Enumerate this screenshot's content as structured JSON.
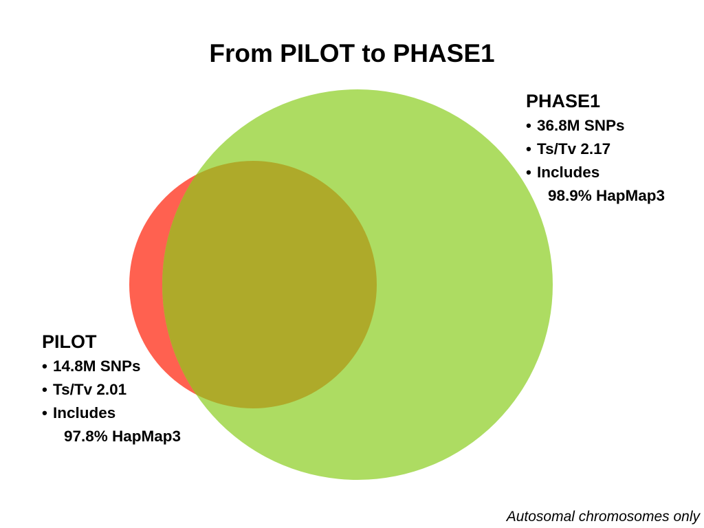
{
  "title": "From PILOT to PHASE1",
  "sets": {
    "phase1": {
      "name": "PHASE1",
      "color": "#ADDC62",
      "bullets": [
        "36.8M SNPs",
        "Ts/Tv 2.17",
        "Includes"
      ],
      "continuation": "98.9% HapMap3"
    },
    "pilot": {
      "name": "PILOT",
      "color": "#FF6150",
      "bullets": [
        "14.8M SNPs",
        "Ts/Tv 2.01",
        "Includes"
      ],
      "continuation": "97.8% HapMap3"
    },
    "overlap_color": "#AEAA2A"
  },
  "bullet_glyph": "•",
  "footnote": "Autosomal chromosomes only"
}
